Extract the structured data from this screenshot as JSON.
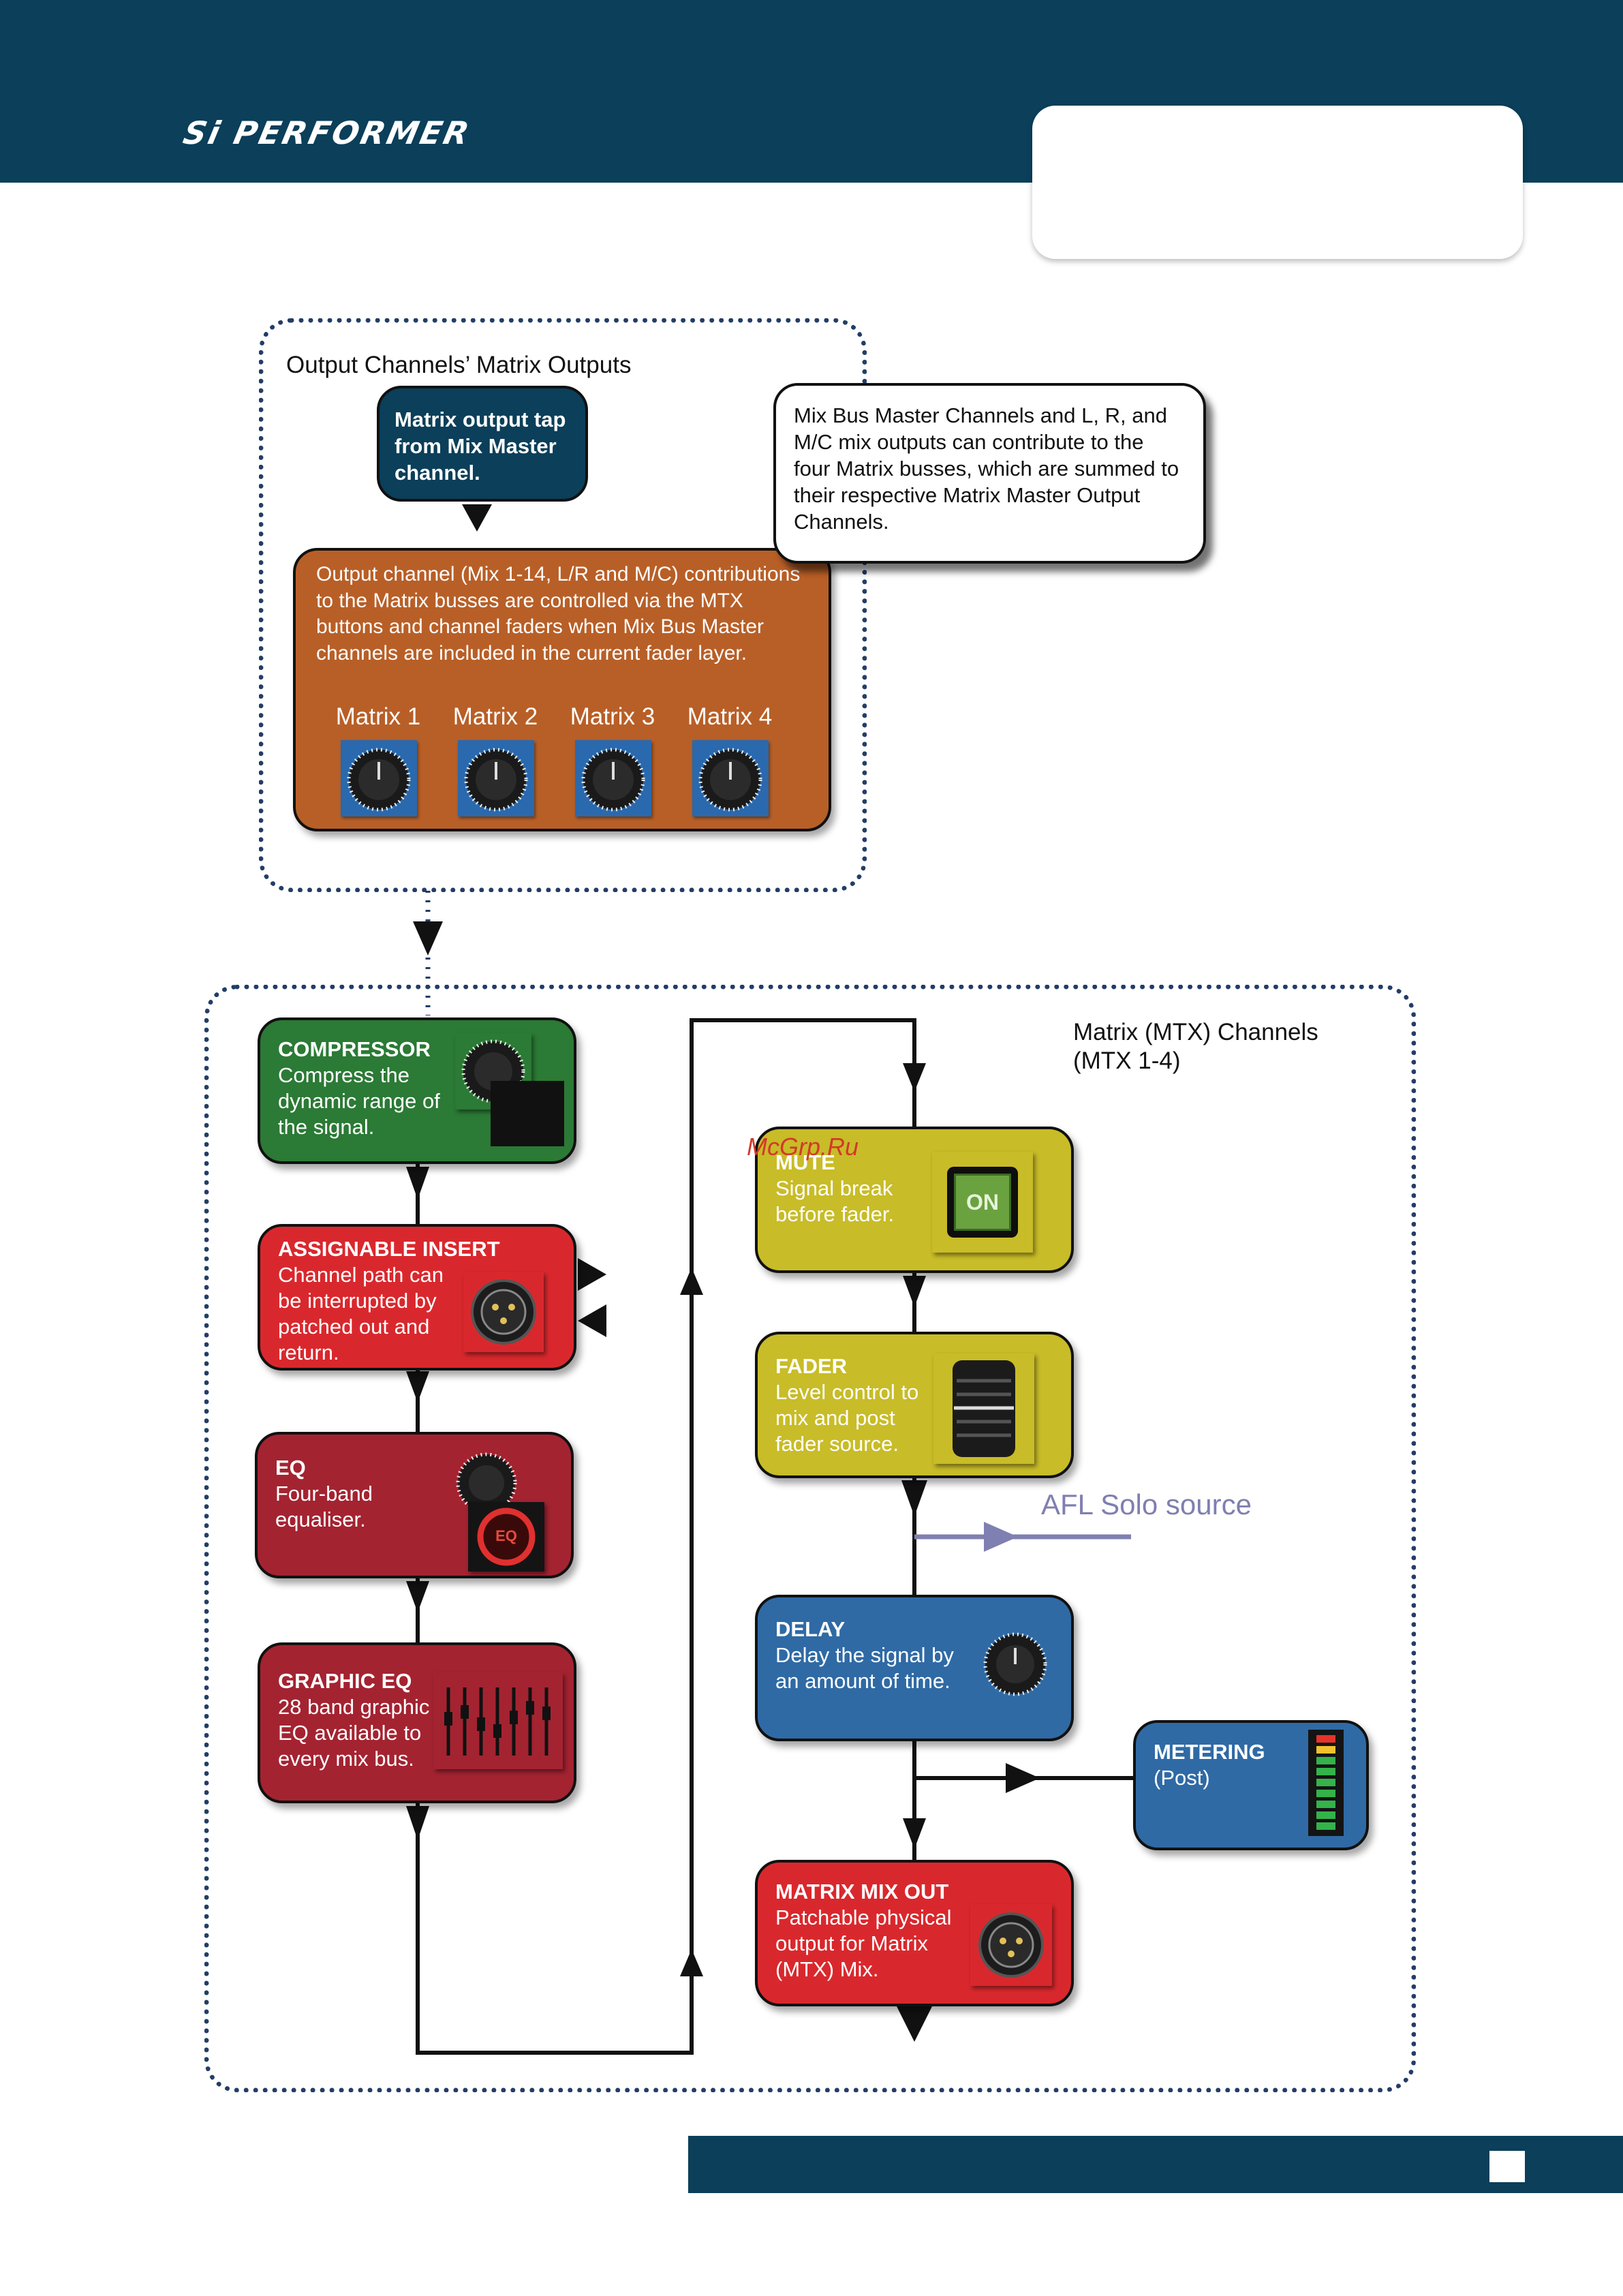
{
  "header": {
    "brand": "Si PERFORMER"
  },
  "output_group": {
    "title": "Output Channels’ Matrix Outputs",
    "tap_label": "Matrix output tap from Mix Master channel.",
    "description": "Output channel (Mix 1-14, L/R and M/C) contributions to the Matrix busses are controlled via the MTX buttons and channel faders when Mix Bus Master channels are included in the current fader layer.",
    "matrix_labels": [
      "Matrix 1",
      "Matrix 2",
      "Matrix 3",
      "Matrix 4"
    ]
  },
  "callout": {
    "text": "Mix Bus Master Channels and L, R, and M/C mix outputs can contribute to  the four Matrix busses, which are summed to their respective Matrix Master Output Channels."
  },
  "mtx_group": {
    "title_line1": "Matrix (MTX) Channels",
    "title_line2": "(MTX 1-4)"
  },
  "blocks": {
    "compressor": {
      "title": "COMPRESSOR",
      "text": "Compress the dynamic range of the signal."
    },
    "insert": {
      "title": "ASSIGNABLE INSERT",
      "text": "Channel path can be interrupted by patched out and return."
    },
    "eq": {
      "title": "EQ",
      "text": "Four-band equaliser.",
      "icon_label": "EQ"
    },
    "geq": {
      "title": "GRAPHIC EQ",
      "text": "28 band graphic EQ available to every mix bus."
    },
    "mute": {
      "title": "MUTE",
      "text": "Signal break before fader.",
      "button_label": "ON"
    },
    "fader": {
      "title": "FADER",
      "text": "Level control to mix and post fader source."
    },
    "delay": {
      "title": "DELAY",
      "text": "Delay the signal by an amount of time."
    },
    "metering": {
      "title": "METERING",
      "text": "(Post)"
    },
    "mix_out": {
      "title": "MATRIX MIX OUT",
      "text": "Patchable physical output for Matrix (MTX) Mix."
    }
  },
  "afl_label": "AFL Solo source",
  "watermark": "McGrp.Ru",
  "colors": {
    "navy": "#0b3f5a",
    "green": "#2b7a35",
    "red": "#d9282d",
    "dark_red": "#a42331",
    "yellow": "#c8bc28",
    "blue": "#2f6aa5",
    "orange": "#b85f27",
    "afl": "#7f7fb1"
  }
}
